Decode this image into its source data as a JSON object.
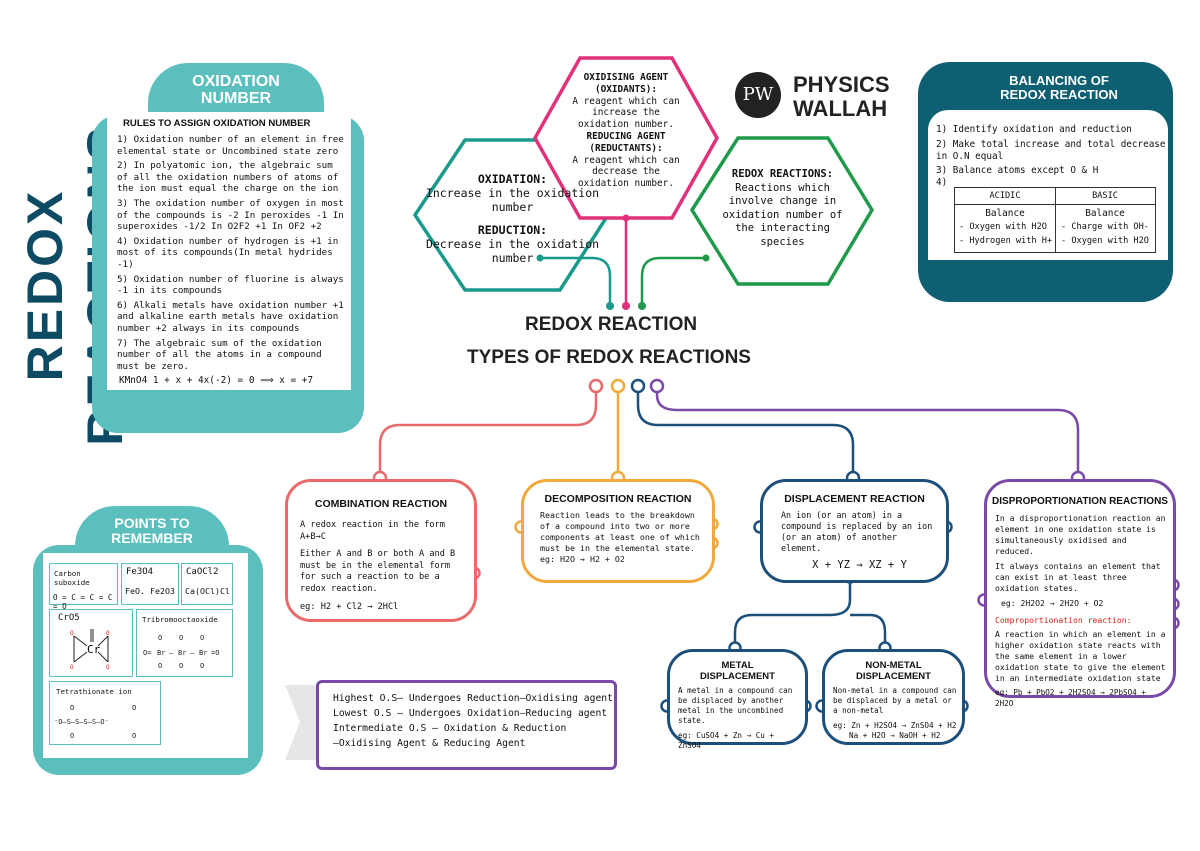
{
  "side_title": "REDOX REACTIONS",
  "brand": {
    "line1": "PHYSICS",
    "line2": "WALLAH",
    "logo_letters": "PW"
  },
  "oxidation_number": {
    "tab": [
      "OXIDATION",
      "NUMBER"
    ],
    "subtitle": "RULES TO ASSIGN OXIDATION NUMBER",
    "rules": [
      "1) Oxidation number of an element in free elemental state or Uncombined state zero",
      "2) In polyatomic ion, the algebraic sum of all the oxidation numbers of atoms of the ion must equal the charge on the ion",
      "3) The oxidation number of oxygen in most of the compounds is -2 In peroxides -1 In superoxides -1/2 In O2F2 +1 In OF2 +2",
      "4) Oxidation number of hydrogen is +1 in most of its compounds(In metal hydrides -1)",
      "5) Oxidation number of fluorine is always -1 in its compounds",
      "6) Alkali metals have oxidation number +1 and alkaline earth metals have oxidation number +2 always in its compounds",
      "7) The algebraic sum of the oxidation number of all the atoms in a compound must be zero."
    ],
    "example": "KMnO4 1 + x + 4x(-2) = 0 ⟹ x = +7"
  },
  "hexagons": {
    "oxidation": {
      "title": "OXIDATION:",
      "text": "Increase in the oxidation number",
      "title2": "REDUCTION:",
      "text2": "Decrease in the oxidation number"
    },
    "agent": {
      "title": "OXIDISING AGENT (OXIDANTS):",
      "text": "A reagent which can increase the oxidation number.",
      "title2": "REDUCING AGENT (REDUCTANTS):",
      "text2": "A reagent which can decrease the oxidation number."
    },
    "redox": {
      "title": "REDOX REACTIONS:",
      "text": "Reactions which involve change in oxidation number of the interacting species"
    }
  },
  "balancing": {
    "tab": [
      "BALANCING OF",
      "REDOX REACTION"
    ],
    "steps": [
      "1) Identify oxidation and reduction",
      "2) Make total increase and total decrease in O.N equal",
      "3) Balance atoms except O & H",
      "4)"
    ],
    "table": {
      "headers": [
        "ACIDIC",
        "BASIC"
      ],
      "sub": [
        "Balance",
        "Balance"
      ],
      "acidic": [
        "- Oxygen with H2O",
        "- Hydrogen with H+"
      ],
      "basic": [
        "- Charge with OH-",
        "- Oxygen with H2O"
      ]
    }
  },
  "center": {
    "title": "REDOX REACTION",
    "types_title": "TYPES OF REDOX REACTIONS"
  },
  "combination": {
    "title": "COMBINATION REACTION",
    "lines": [
      "A redox reaction in the form",
      "A+B→C",
      "Either A and B or both A and B must be in the elemental form for such a reaction to be a redox reaction."
    ],
    "eg": "eg: H2 + Cl2 → 2HCl"
  },
  "decomposition": {
    "title": "DECOMPOSITION REACTION",
    "text": "Reaction leads to the breakdown of a compound into two or more components at least one of which must be in the elemental state.",
    "eg": "eg: H2O → H2 + O2"
  },
  "displacement": {
    "title": "DISPLACEMENT REACTION",
    "text": "An ion (or an atom) in a compound is replaced by an ion (or an atom) of another element.",
    "equation": "X + YZ → XZ + Y"
  },
  "metal_disp": {
    "title": [
      "METAL",
      "DISPLACEMENT"
    ],
    "text": "A metal in a compound can be displaced by another metal in the uncombined state.",
    "eg": "eg: CuSO4 + Zn → Cu + ZnSO4"
  },
  "nonmetal_disp": {
    "title": [
      "NON-METAL",
      "DISPLACEMENT"
    ],
    "text": "Non-metal in a compound can be displaced by a metal or a non-metal",
    "eg1": "eg: Zn + H2SO4 → ZnSO4 + H2",
    "eg2": "Na + H2O → NaOH + H2"
  },
  "disproportionation": {
    "title": "DISPROPORTIONATION REACTIONS",
    "text1": "In a disproportionation reaction an element in one oxidation state is simultaneously oxidised and reduced.",
    "text2": "It always contains an element that can exist in at least three oxidation states.",
    "eg": "eg: 2H2O2 → 2H2O + O2",
    "comp_title": "Comproportionation reaction:",
    "comp_text": "A reaction in which an element in a higher oxidation state reacts with the same element in a lower oxidation state to give the element in an intermediate oxidation state",
    "comp_eg": "eg: Pb + PbO2 + 2H2SO4 → 2PbSO4 + 2H2O"
  },
  "points": {
    "tab": [
      "POINTS TO",
      "REMEMBER"
    ],
    "carbon_suboxide": "Carbon suboxide",
    "carbon_formula": "O = C = C = C = O",
    "fe3o4": "Fe3O4",
    "fe_split": "FeO. Fe2O3",
    "caocl2": "CaOCl2",
    "ca_split": "Ca(OCl)Cl",
    "cro5": "CrO5",
    "cr": "Cr",
    "tribromo": "Tribromooctaoxide",
    "tetrathionate": "Tetrathionate ion"
  },
  "note": {
    "lines": [
      "Highest O.S— Undergoes Reduction—Oxidising agent",
      "Lowest O.S — Undergoes Oxidation—Reducing agent",
      "Intermediate O.S — Oxidation & Reduction",
      "—Oxidising Agent & Reducing Agent"
    ]
  },
  "colors": {
    "teal": "#5bbfbe",
    "navy": "#0d4a63",
    "green_hex": "#1a9a8c",
    "pink": "#e0317a",
    "dark_green": "#1f9a4a",
    "red": "#e86a6a",
    "orange": "#f2a93b",
    "blue": "#1c4f7a",
    "purple": "#7b4aa8"
  }
}
